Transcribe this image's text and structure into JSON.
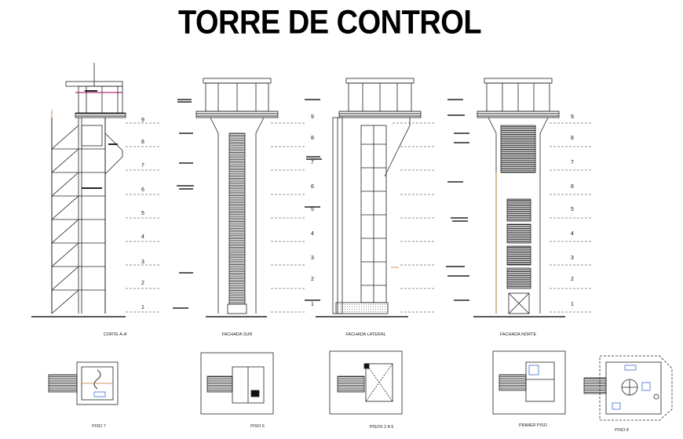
{
  "title": "TORRE DE CONTROL",
  "views": [
    {
      "id": "corte",
      "label": "CORTE A-A'"
    },
    {
      "id": "sur",
      "label": "FACHADA SUR"
    },
    {
      "id": "lateral",
      "label": "FACHADA  LATERAL"
    },
    {
      "id": "norte",
      "label": "FACHADA NORTE"
    }
  ],
  "plans": [
    {
      "id": "piso7",
      "label": "PISO 7"
    },
    {
      "id": "piso6",
      "label": "PISO 6"
    },
    {
      "id": "pisos2a5",
      "label": "PISOS 2 A 5"
    },
    {
      "id": "primer",
      "label": "PRIMER PISO"
    },
    {
      "id": "piso8",
      "label": "PISO 8"
    }
  ],
  "levels_full": [
    "9",
    "8",
    "7",
    "6",
    "5",
    "4",
    "3",
    "2",
    "1"
  ],
  "levels_corte": [
    "9",
    "8",
    "7",
    "6",
    "5",
    "4",
    "3",
    "2",
    "1"
  ],
  "colors": {
    "line": "#222222",
    "accent": "#c87a2a",
    "magenta": "#c0307a",
    "blue": "#3a6fd0"
  }
}
